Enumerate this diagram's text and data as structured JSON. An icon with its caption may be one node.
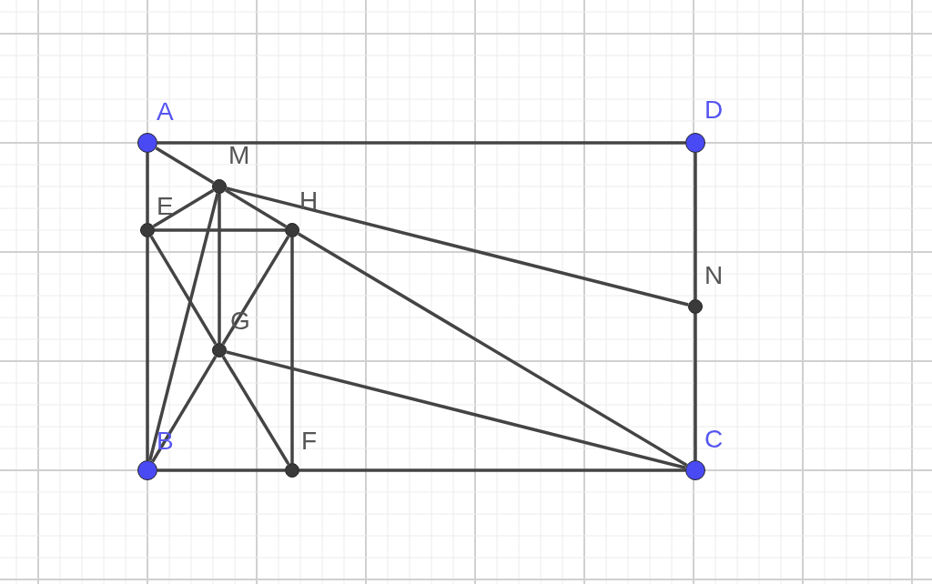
{
  "diagram": {
    "nodes": [
      {
        "text": [
          "A"
        ]
      },
      {
        "text": [
          "M"
        ]
      },
      {
        "text": [
          "D"
        ]
      },
      {
        "text": [
          "E"
        ]
      },
      {
        "text": [
          "H"
        ]
      },
      {
        "text": [
          "N"
        ]
      },
      {
        "text": [
          "G"
        ]
      },
      {
        "text": [
          "B"
        ]
      },
      {
        "text": [
          "F"
        ]
      },
      {
        "text": [
          "C"
        ]
      }
    ],
    "edges": [
      {
        "from": 0,
        "to": 2,
        "arrow": "none"
      },
      {
        "from": 0,
        "to": 3,
        "arrow": "none"
      },
      {
        "from": 3,
        "to": 7,
        "arrow": "none"
      },
      {
        "from": 7,
        "to": 8,
        "arrow": "none"
      },
      {
        "from": 8,
        "to": 9,
        "arrow": "none"
      },
      {
        "from": 2,
        "to": 5,
        "arrow": "none"
      },
      {
        "from": 5,
        "to": 9,
        "arrow": "none"
      },
      {
        "from": 0,
        "to": 1,
        "arrow": "none"
      },
      {
        "from": 1,
        "to": 4,
        "arrow": "none"
      },
      {
        "from": 4,
        "to": 9,
        "arrow": "none"
      },
      {
        "from": 3,
        "to": 4,
        "arrow": "none"
      },
      {
        "from": 4,
        "to": 8,
        "arrow": "none"
      },
      {
        "from": 1,
        "to": 5,
        "arrow": "none"
      },
      {
        "from": 1,
        "to": 3,
        "arrow": "none"
      },
      {
        "from": 1,
        "to": 7,
        "arrow": "none"
      },
      {
        "from": 1,
        "to": 6,
        "arrow": "none"
      },
      {
        "from": 3,
        "to": 6,
        "arrow": "none"
      },
      {
        "from": 6,
        "to": 8,
        "arrow": "none"
      },
      {
        "from": 6,
        "to": 4,
        "arrow": "none"
      },
      {
        "from": 6,
        "to": 7,
        "arrow": "none"
      },
      {
        "from": 6,
        "to": 9,
        "arrow": "none"
      }
    ]
  }
}
